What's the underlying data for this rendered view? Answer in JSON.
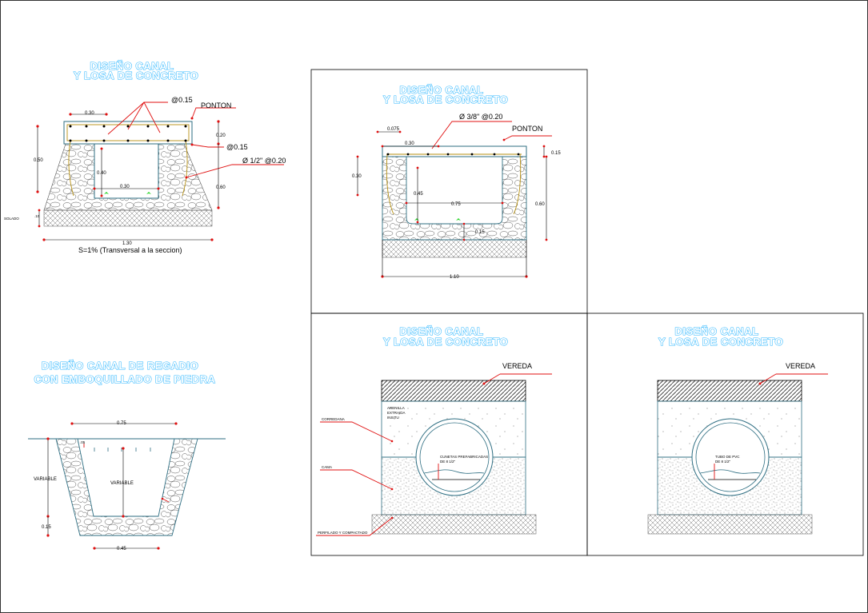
{
  "drawing": {
    "title_detail_1": [
      "DISEÑO CANAL",
      "Y  LOSA DE CONCRETO"
    ],
    "title_detail_2": [
      "DISEÑO CANAL DE REGADIO",
      "CON EMBOQUILLADO DE PIEDRA"
    ],
    "title_detail_3": [
      "DISEÑO CANAL",
      "Y  LOSA DE CONCRETO"
    ],
    "title_detail_4": [
      "DISEÑO CANAL",
      "Y  LOSA DE CONCRETO"
    ],
    "title_detail_5": [
      "DISEÑO CANAL",
      "Y  LOSA DE CONCRETO"
    ]
  },
  "detail1": {
    "ponton": "PONTON",
    "rebar_top": "@0.15",
    "rebar_side": "@0.15",
    "rebar_dia": "Ø 1/2\" @0.20",
    "dim_030": "0.30",
    "dim_020": "0.20",
    "dim_050": "0.50",
    "dim_040": "0.40",
    "dim_060": "0.60",
    "dim_035": "0.30",
    "solado": "SOLADO",
    "dim_10": ".10",
    "dim_130": "1.30",
    "slope": "S=1% (Transversal a la seccion)"
  },
  "detail2": {
    "dim_075": "0.75",
    "variable_left": "VARIABLE",
    "variable_center": "VARIABLE",
    "dim_015": "0.15",
    "dim_045": "0.45",
    "small": ".05"
  },
  "detail3": {
    "rebar": "Ø 3/8\" @0.20",
    "ponton": "PONTON",
    "d0075": "0.075",
    "d030a": "0.30",
    "d015": "0.15",
    "d030b": "0.30",
    "d045": "0.45",
    "d075": "0.75",
    "d060": "0.60",
    "d015b": "0.15",
    "d110": "1.10"
  },
  "detail4": {
    "vereda": "VEREDA",
    "arenilla": [
      "ARENILLA",
      "EXTRAIDA",
      "INSITU"
    ],
    "cama_sup": "CORREDANA",
    "cama": "CAMA",
    "perfilado": "PERFILADO Y COMPACTADO",
    "tubo": [
      "CUNETAS PREFABRICADAS",
      "DE 8 1/2\""
    ]
  },
  "detail5": {
    "vereda": "VEREDA",
    "tubo": [
      "TUBO DE PVC",
      "DE 8 1/2\""
    ]
  }
}
